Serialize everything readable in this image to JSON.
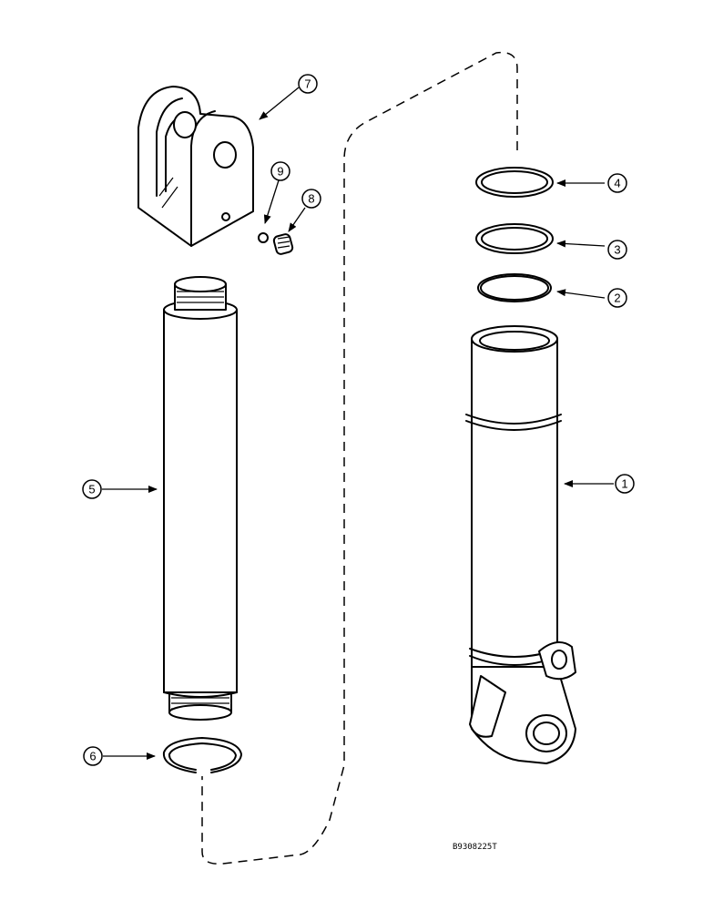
{
  "callouts": [
    {
      "id": "c1",
      "label": "1"
    },
    {
      "id": "c2",
      "label": "2"
    },
    {
      "id": "c3",
      "label": "3"
    },
    {
      "id": "c4",
      "label": "4"
    },
    {
      "id": "c5",
      "label": "5"
    },
    {
      "id": "c6",
      "label": "6"
    },
    {
      "id": "c7",
      "label": "7"
    },
    {
      "id": "c8",
      "label": "8"
    },
    {
      "id": "c9",
      "label": "9"
    }
  ],
  "reference_code": "B9308225T",
  "colors": {
    "ink": "#000000",
    "paper": "#ffffff"
  }
}
